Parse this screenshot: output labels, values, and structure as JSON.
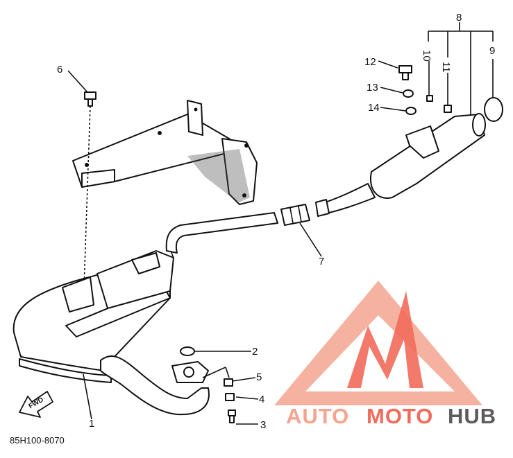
{
  "callouts": {
    "p1": "1",
    "p2": "2",
    "p3": "3",
    "p4": "4",
    "p5": "5",
    "p6": "6",
    "p7": "7",
    "p8": "8",
    "p9": "9",
    "p10": "10",
    "p11": "11",
    "p12": "12",
    "p13": "13",
    "p14": "14"
  },
  "fwd_label": "FWD",
  "diagram_code": "85H100-8070",
  "watermark": {
    "part1": "AUTO",
    "part2": "MOTO",
    "part3": "HUB",
    "color_accent": "#f26b5b",
    "color_light": "#f5a48f",
    "color_dark": "#5c5c5c"
  }
}
